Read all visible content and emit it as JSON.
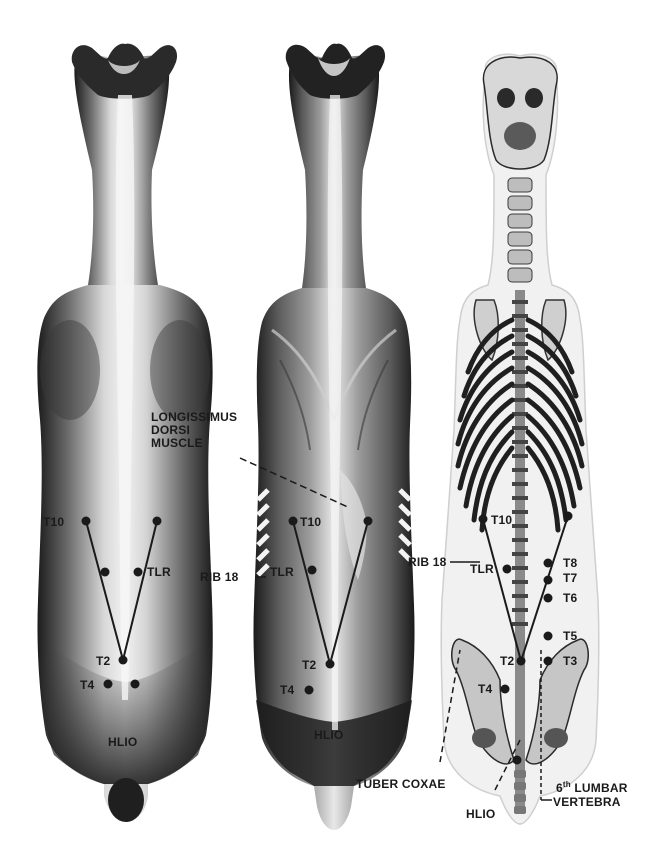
{
  "figure": {
    "panel_left": {
      "labels": {
        "t10": "T10",
        "tlr": "TLR",
        "t2": "T2",
        "t4": "T4",
        "hl10": "HLIO"
      }
    },
    "panel_middle": {
      "labels": {
        "longissimus": "LONGISSIMUS\nDORSI\nMUSCLE",
        "rib18_left": "RIB 18",
        "t10": "T10",
        "tlr": "TLR",
        "t2": "T2",
        "t4": "T4",
        "hl10": "HLIO",
        "rib18_right": "RIB 18"
      }
    },
    "panel_right": {
      "labels": {
        "t10": "T10",
        "t8": "T8",
        "t7": "T7",
        "t6": "T6",
        "t5": "T5",
        "t3": "T3",
        "tlr": "TLR",
        "t2": "T2",
        "t4": "T4",
        "tuber_coxae": "TUBER COXAE",
        "lumbar_ordinal": "6",
        "lumbar_suffix": "th",
        "lumbar_word": "LUMBAR",
        "vertebra": "VERTEBRA",
        "hl10": "HLIO"
      }
    },
    "colors": {
      "ink": "#1a1a1a",
      "dark_hide": "#2b2b2b",
      "mid_hide": "#7a7a7a",
      "light_hide": "#d9d9d9",
      "skeleton_outline": "#c8c8c8"
    }
  }
}
